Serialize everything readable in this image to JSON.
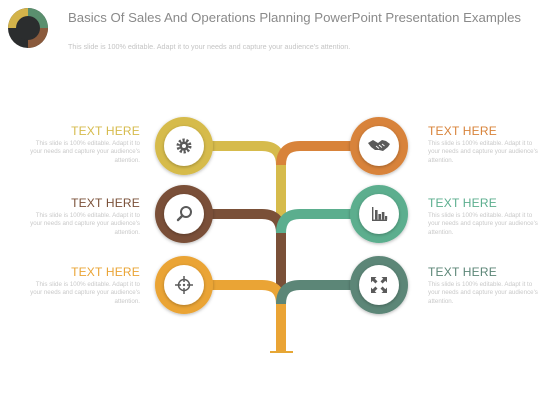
{
  "slide": {
    "title": "Basics Of Sales And Operations Planning PowerPoint Presentation Examples",
    "subtitle": "This slide is 100% editable. Adapt it to your needs and capture your audience's attention."
  },
  "colors": {
    "mustard": "#D6BB4C",
    "orange": "#D8833A",
    "brown": "#7A5038",
    "teal": "#5BAE8E",
    "amber": "#EAA435",
    "slate": "#5C8677",
    "icon": "#5a5a5a"
  },
  "items": [
    {
      "side": "left",
      "heading": "TEXT HERE",
      "body": "This slide is 100% editable. Adapt it to your needs and capture your audience's attention.",
      "icon": "gear-icon",
      "color": "#D6BB4C"
    },
    {
      "side": "left",
      "heading": "TEXT HERE",
      "body": "This slide is 100% editable. Adapt it to your needs and capture your audience's attention.",
      "icon": "magnifier-icon",
      "color": "#7A5038"
    },
    {
      "side": "left",
      "heading": "TEXT HERE",
      "body": "This slide is 100% editable. Adapt it to your needs and capture your audience's attention.",
      "icon": "crosshair-icon",
      "color": "#EAA435"
    },
    {
      "side": "right",
      "heading": "TEXT HERE",
      "body": "This slide is 100% editable. Adapt it to your needs and capture your audience's attention.",
      "icon": "handshake-icon",
      "color": "#D8833A"
    },
    {
      "side": "right",
      "heading": "TEXT HERE",
      "body": "This slide is 100% editable. Adapt it to your needs and capture your audience's attention.",
      "icon": "bar-chart-icon",
      "color": "#5BAE8E"
    },
    {
      "side": "right",
      "heading": "TEXT HERE",
      "body": "This slide is 100% editable. Adapt it to your needs and capture your audience's attention.",
      "icon": "arrows-icon",
      "color": "#5C8677"
    }
  ]
}
